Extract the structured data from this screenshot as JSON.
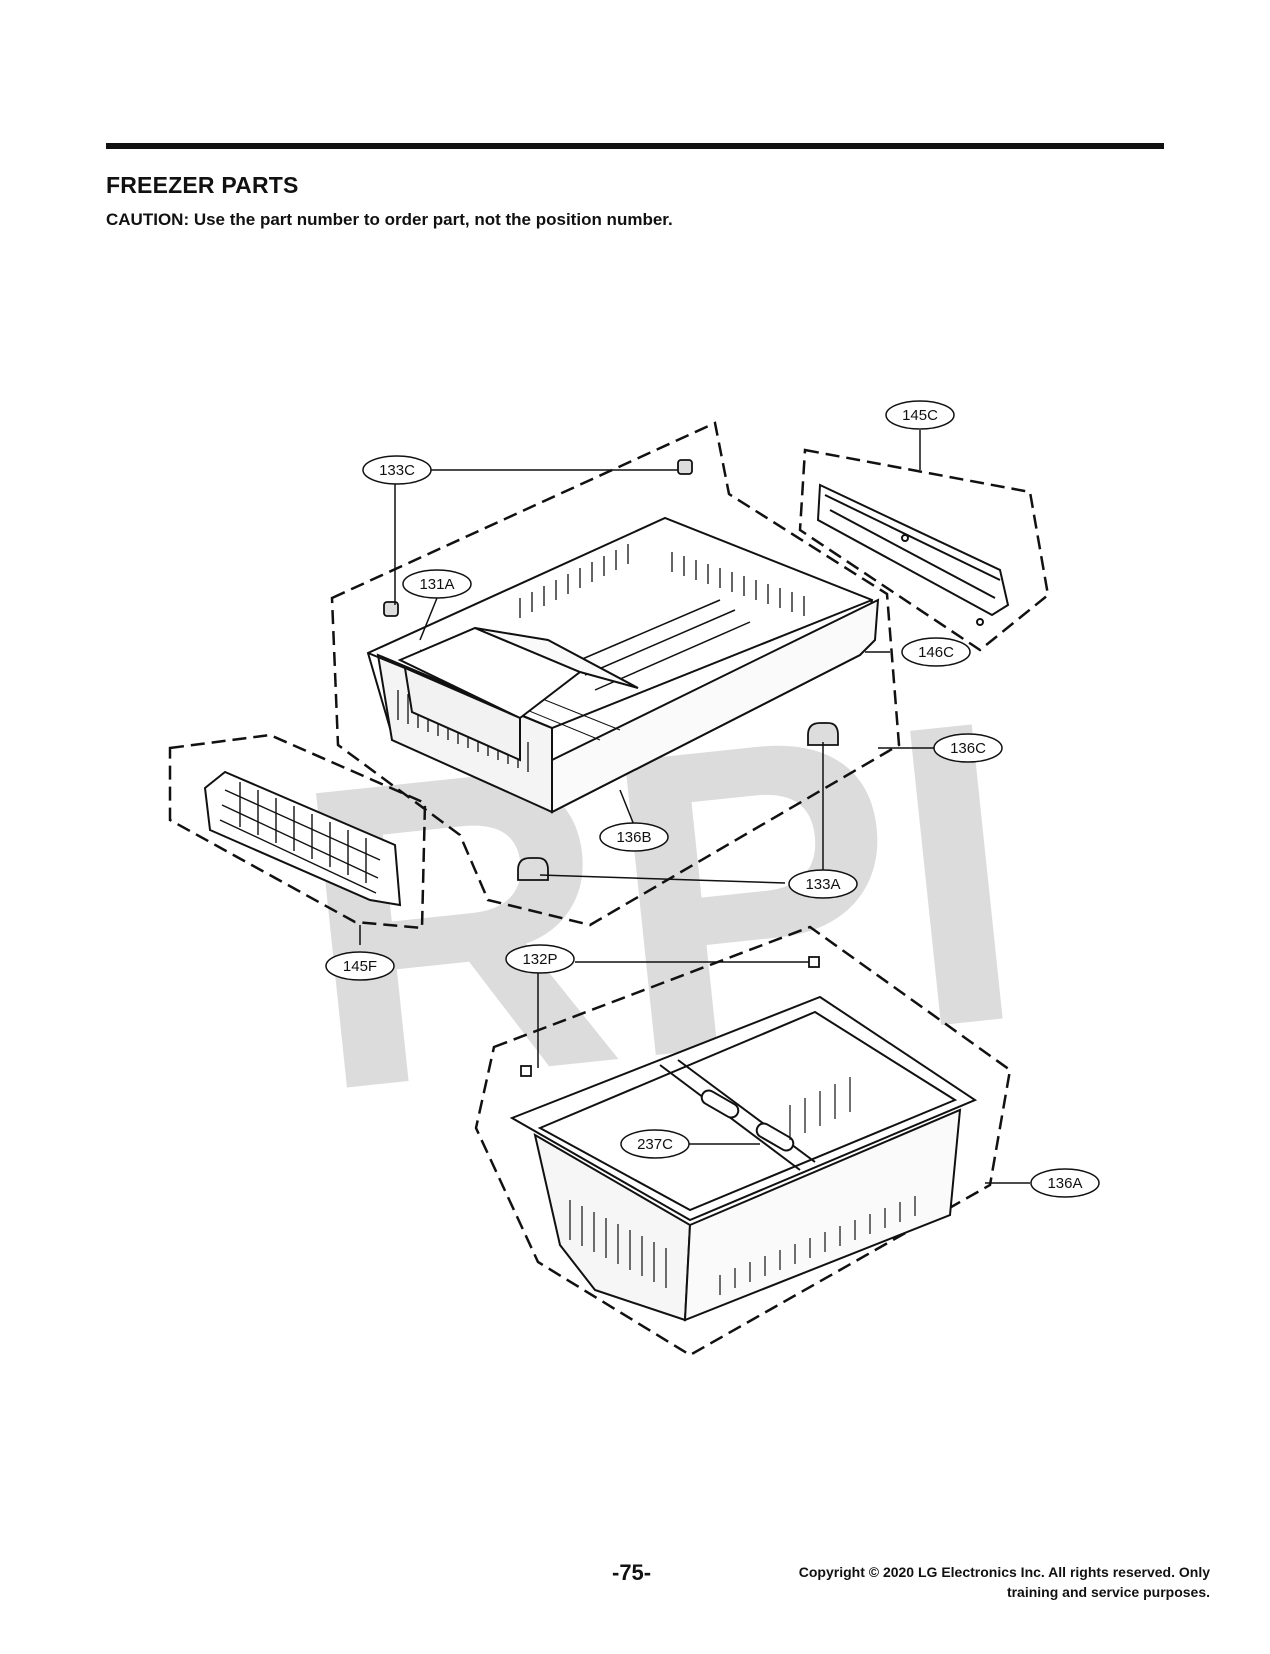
{
  "header": {
    "title": "FREEZER PARTS",
    "caution": "CAUTION: Use the part number to order part, not the position number."
  },
  "watermark": "RPI",
  "callouts": [
    "145C",
    "133C",
    "131A",
    "146C",
    "136C",
    "136B",
    "133A",
    "145F",
    "132P",
    "237C",
    "136A"
  ],
  "footer": {
    "page_number": "-75-",
    "copyright_line1": "Copyright © 2020 LG Electronics Inc. All rights reserved. Only",
    "copyright_line2": "training and service purposes."
  }
}
